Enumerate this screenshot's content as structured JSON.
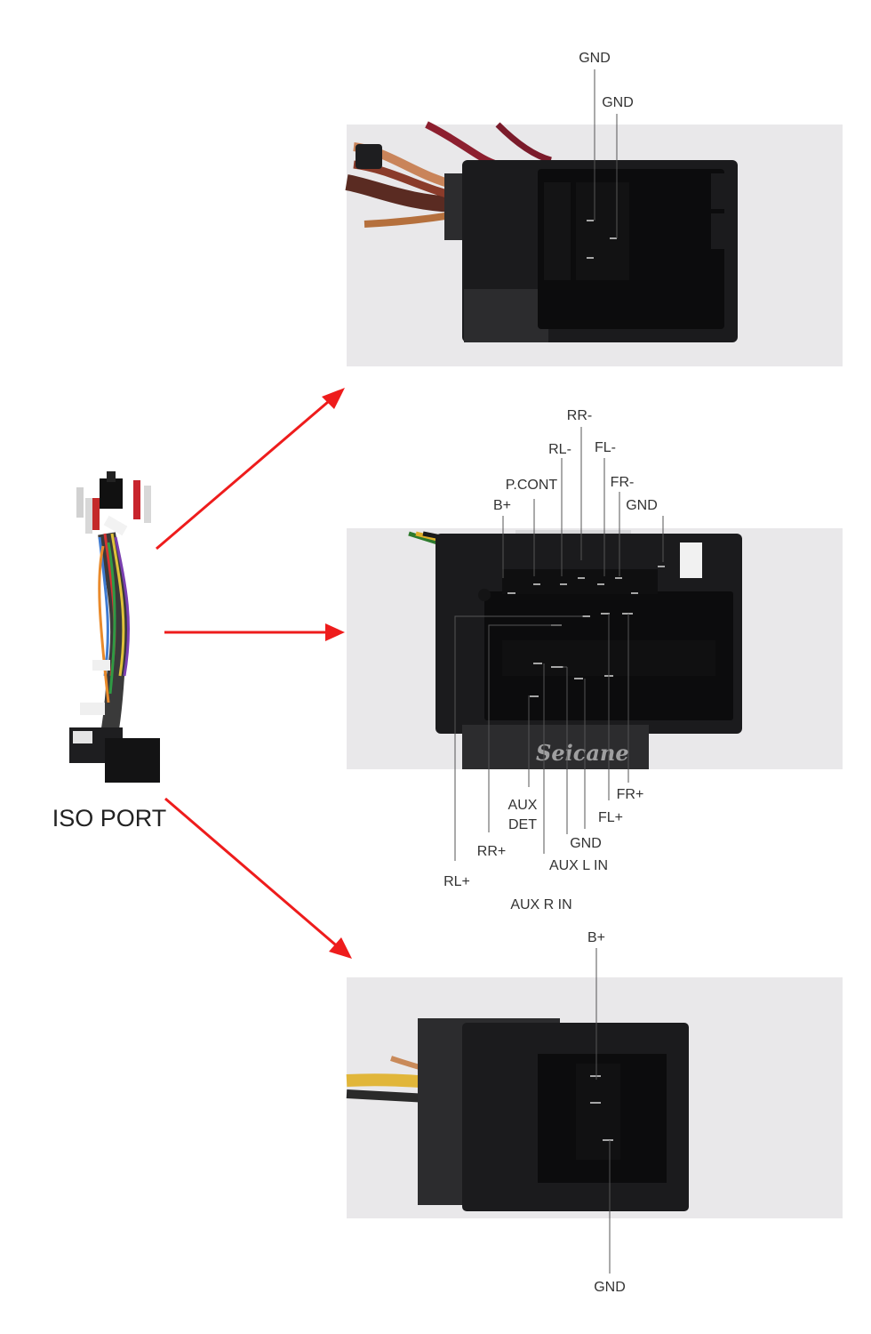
{
  "title": "ISO PORT",
  "watermark": "Seicane",
  "top_connector": {
    "labels": [
      "GND",
      "GND"
    ]
  },
  "middle_connector": {
    "labels_top": [
      "RR-",
      "RL-",
      "FL-",
      "P.CONT",
      "FR-",
      "B+",
      "GND"
    ],
    "labels_bottom": [
      "AUX DET",
      "FR+",
      "FL+",
      "GND",
      "RR+",
      "AUX L IN",
      "RL+",
      "AUX R IN"
    ]
  },
  "bottom_connector": {
    "labels": [
      "B+",
      "GND"
    ]
  },
  "colors": {
    "arrow": "#ee1c1c",
    "connector": "#1b1b1d",
    "photo_background": "#e9e8ea"
  }
}
